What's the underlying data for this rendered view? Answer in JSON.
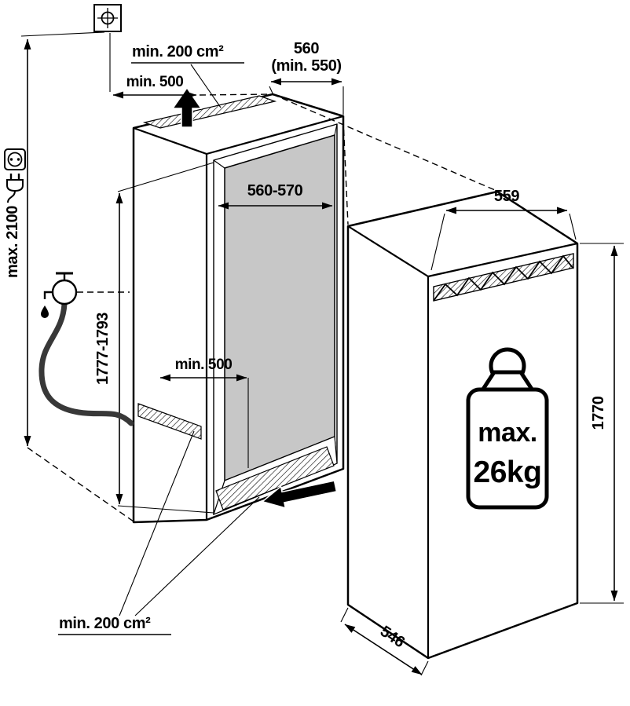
{
  "title": "Built-in appliance installation dimension diagram",
  "colors": {
    "line": "#000000",
    "back_wall": "#c7c7c7",
    "hose": "#383838",
    "background": "#ffffff"
  },
  "labels": {
    "top_vent_area": "min. 200 cm²",
    "top_clearance_depth": "min. 500",
    "niche_depth": "560",
    "niche_depth_min": "(min. 550)",
    "niche_width": "560-570",
    "appliance_width": "559",
    "overall_height": "max. 2100",
    "niche_height": "1777-1793",
    "water_connection_reach": "min. 500",
    "appliance_height": "1770",
    "door_panel_weight_prefix": "max.",
    "door_panel_weight_value": "26kg",
    "bottom_vent_area": "min. 200 cm²",
    "appliance_depth": "546"
  },
  "icons": {
    "ceiling_fixing": "ceiling-fixing-point-icon",
    "socket": "power-socket-icon",
    "plug": "power-plug-icon",
    "tap": "water-tap-icon",
    "drop": "water-drop-icon",
    "air_out": "air-outlet-arrow-icon",
    "air_in": "air-inlet-arrow-icon",
    "weight": "max-door-weight-icon"
  }
}
